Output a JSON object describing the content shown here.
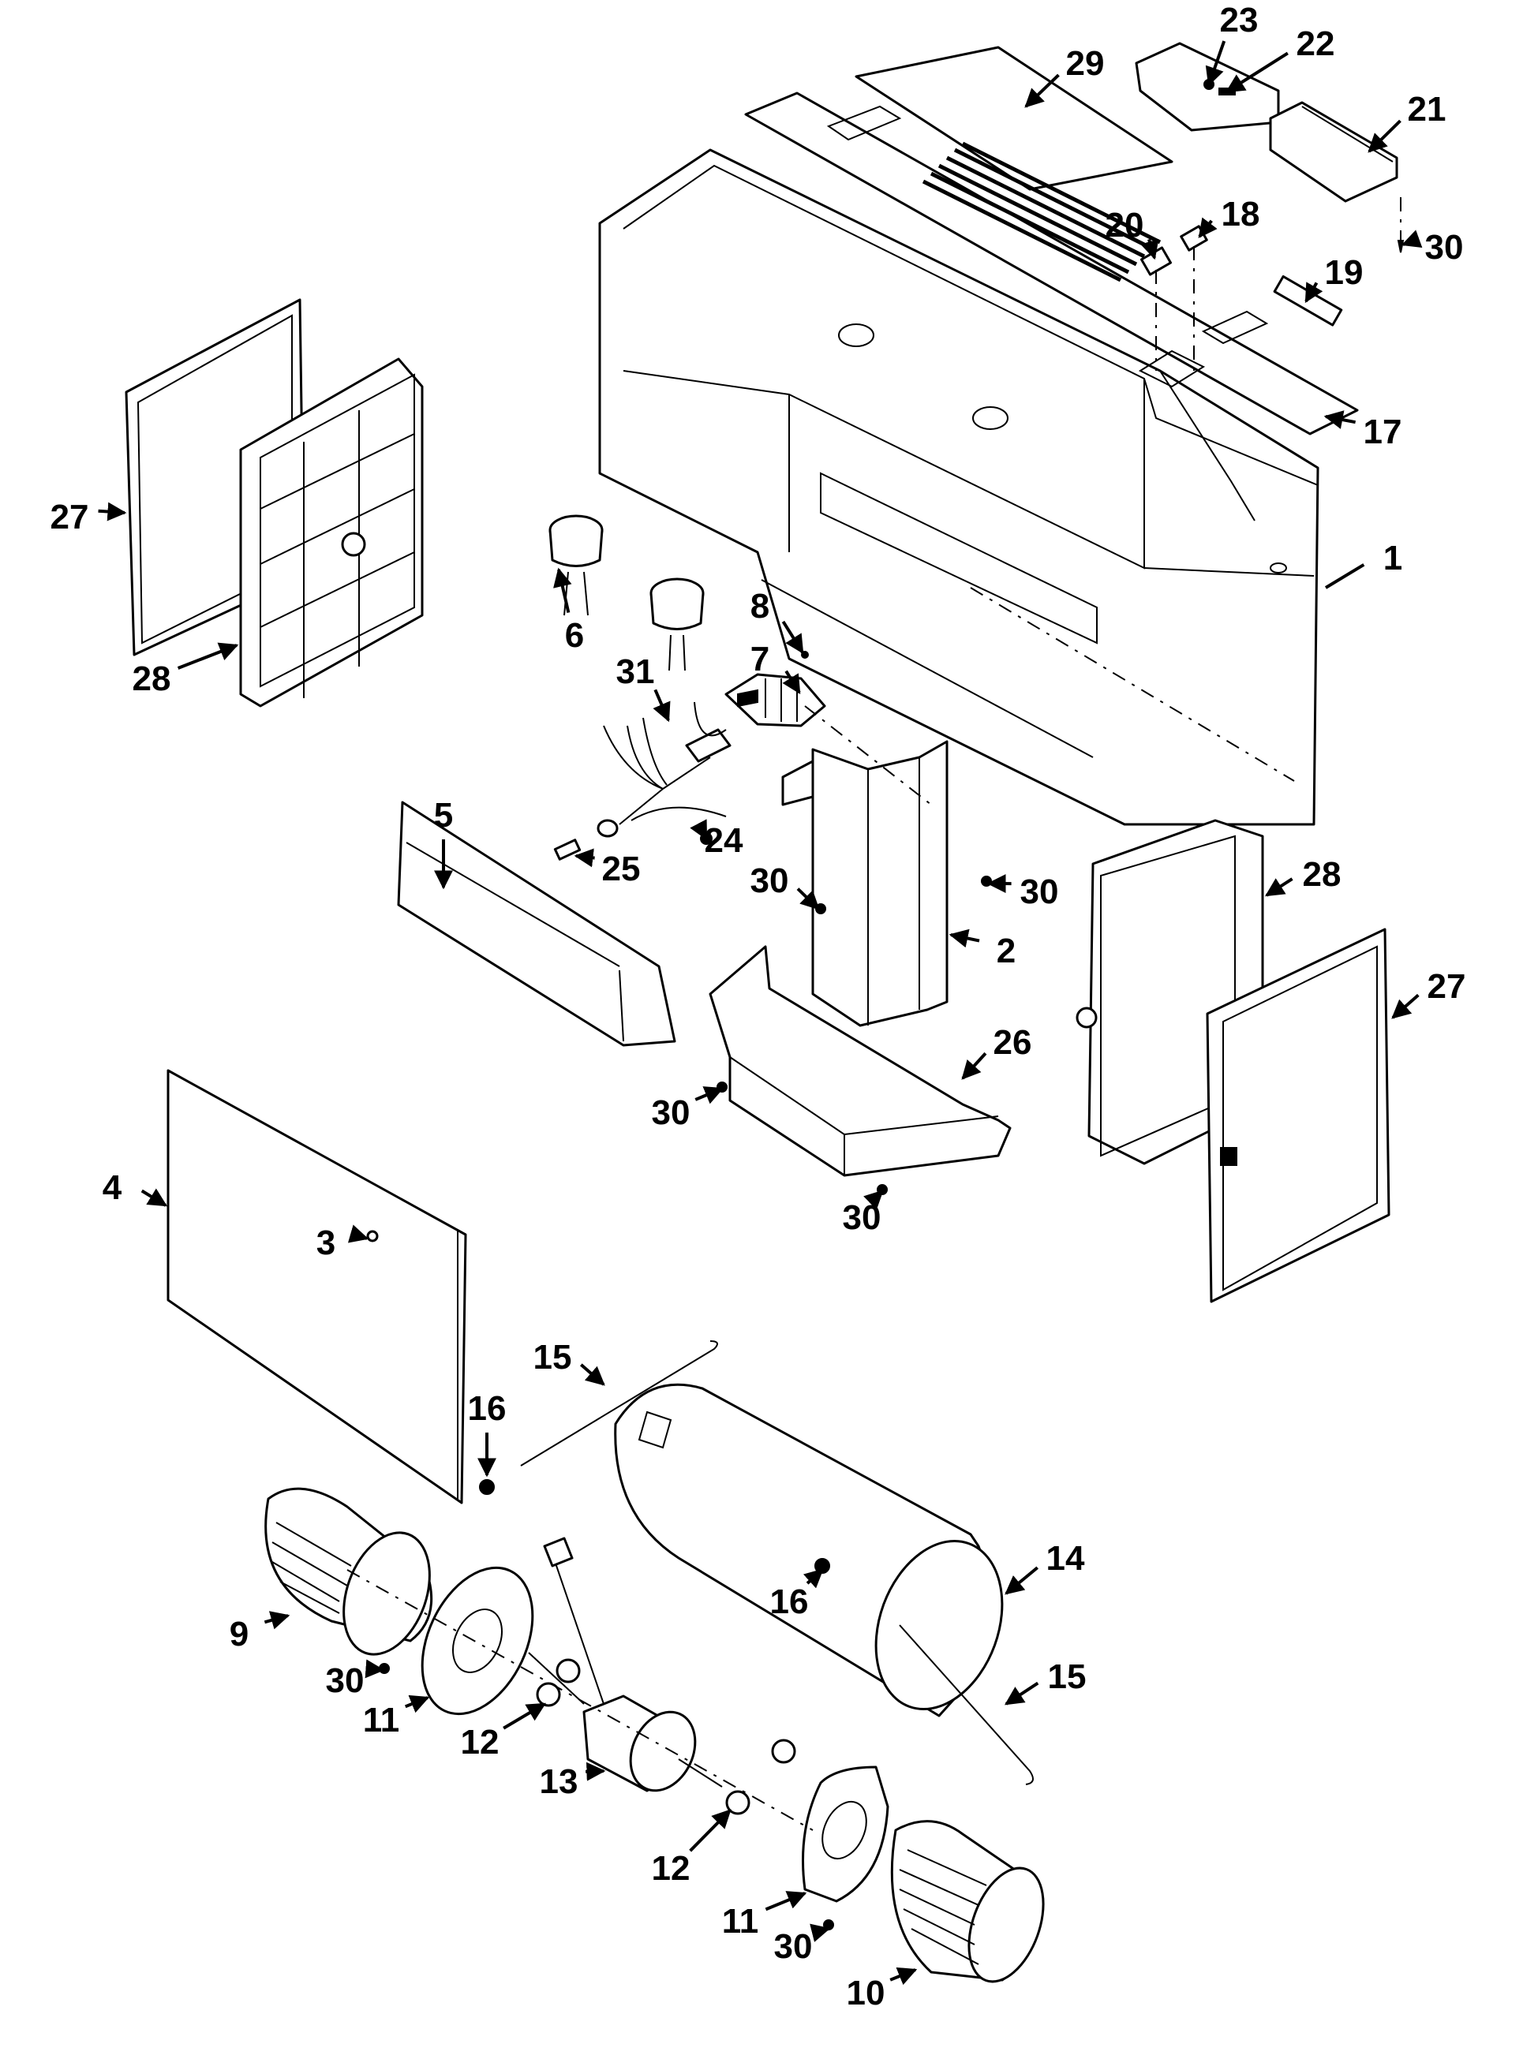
{
  "diagram": {
    "type": "exploded-parts-view",
    "subject": "Range hood assembly",
    "colors": {
      "ink": "#000000",
      "paper": "#ffffff"
    },
    "callouts": [
      {
        "id": "c29",
        "label": "29",
        "part": "top-cover-panel"
      },
      {
        "id": "c23",
        "label": "23",
        "part": "damper-pin"
      },
      {
        "id": "c22",
        "label": "22",
        "part": "damper-hinge"
      },
      {
        "id": "c21",
        "label": "21",
        "part": "damper-duct-connector"
      },
      {
        "id": "c30a",
        "label": "30",
        "part": "screw"
      },
      {
        "id": "c18",
        "label": "18",
        "part": "switch-knob"
      },
      {
        "id": "c20",
        "label": "20",
        "part": "switch"
      },
      {
        "id": "c19",
        "label": "19",
        "part": "speed-switch"
      },
      {
        "id": "c17",
        "label": "17",
        "part": "control-panel"
      },
      {
        "id": "c1",
        "label": "1",
        "part": "hood-housing"
      },
      {
        "id": "c27a",
        "label": "27",
        "part": "filter-left"
      },
      {
        "id": "c28a",
        "label": "28",
        "part": "filter-frame-left"
      },
      {
        "id": "c6",
        "label": "6",
        "part": "lamp-sockets"
      },
      {
        "id": "c8",
        "label": "8",
        "part": "terminal-screw"
      },
      {
        "id": "c7",
        "label": "7",
        "part": "terminal-block"
      },
      {
        "id": "c31",
        "label": "31",
        "part": "wiring-harness"
      },
      {
        "id": "c5",
        "label": "5",
        "part": "front-light-panel"
      },
      {
        "id": "c24",
        "label": "24",
        "part": "ground-screw"
      },
      {
        "id": "c25",
        "label": "25",
        "part": "connector"
      },
      {
        "id": "c30b",
        "label": "30",
        "part": "screw"
      },
      {
        "id": "c30c",
        "label": "30",
        "part": "screw"
      },
      {
        "id": "c2",
        "label": "2",
        "part": "duct-bracket"
      },
      {
        "id": "c28b",
        "label": "28",
        "part": "filter-frame-right"
      },
      {
        "id": "c27b",
        "label": "27",
        "part": "filter-right"
      },
      {
        "id": "c26",
        "label": "26",
        "part": "blower-shelf"
      },
      {
        "id": "c30d",
        "label": "30",
        "part": "screw"
      },
      {
        "id": "c30e",
        "label": "30",
        "part": "screw"
      },
      {
        "id": "c4",
        "label": "4",
        "part": "rear-panel"
      },
      {
        "id": "c3",
        "label": "3",
        "part": "panel-screw"
      },
      {
        "id": "c15a",
        "label": "15",
        "part": "tie-rod"
      },
      {
        "id": "c16a",
        "label": "16",
        "part": "nut"
      },
      {
        "id": "c16b",
        "label": "16",
        "part": "nut"
      },
      {
        "id": "c14",
        "label": "14",
        "part": "blower-housing"
      },
      {
        "id": "c9",
        "label": "9",
        "part": "blower-wheel-left"
      },
      {
        "id": "c30f",
        "label": "30",
        "part": "screw"
      },
      {
        "id": "c11a",
        "label": "11",
        "part": "motor-mount-plate"
      },
      {
        "id": "c12a",
        "label": "12",
        "part": "grommet"
      },
      {
        "id": "c13",
        "label": "13",
        "part": "motor"
      },
      {
        "id": "c15b",
        "label": "15",
        "part": "tie-rod"
      },
      {
        "id": "c12b",
        "label": "12",
        "part": "grommet"
      },
      {
        "id": "c11b",
        "label": "11",
        "part": "motor-mount-plate"
      },
      {
        "id": "c30g",
        "label": "30",
        "part": "screw"
      },
      {
        "id": "c10",
        "label": "10",
        "part": "blower-wheel-right"
      }
    ]
  }
}
